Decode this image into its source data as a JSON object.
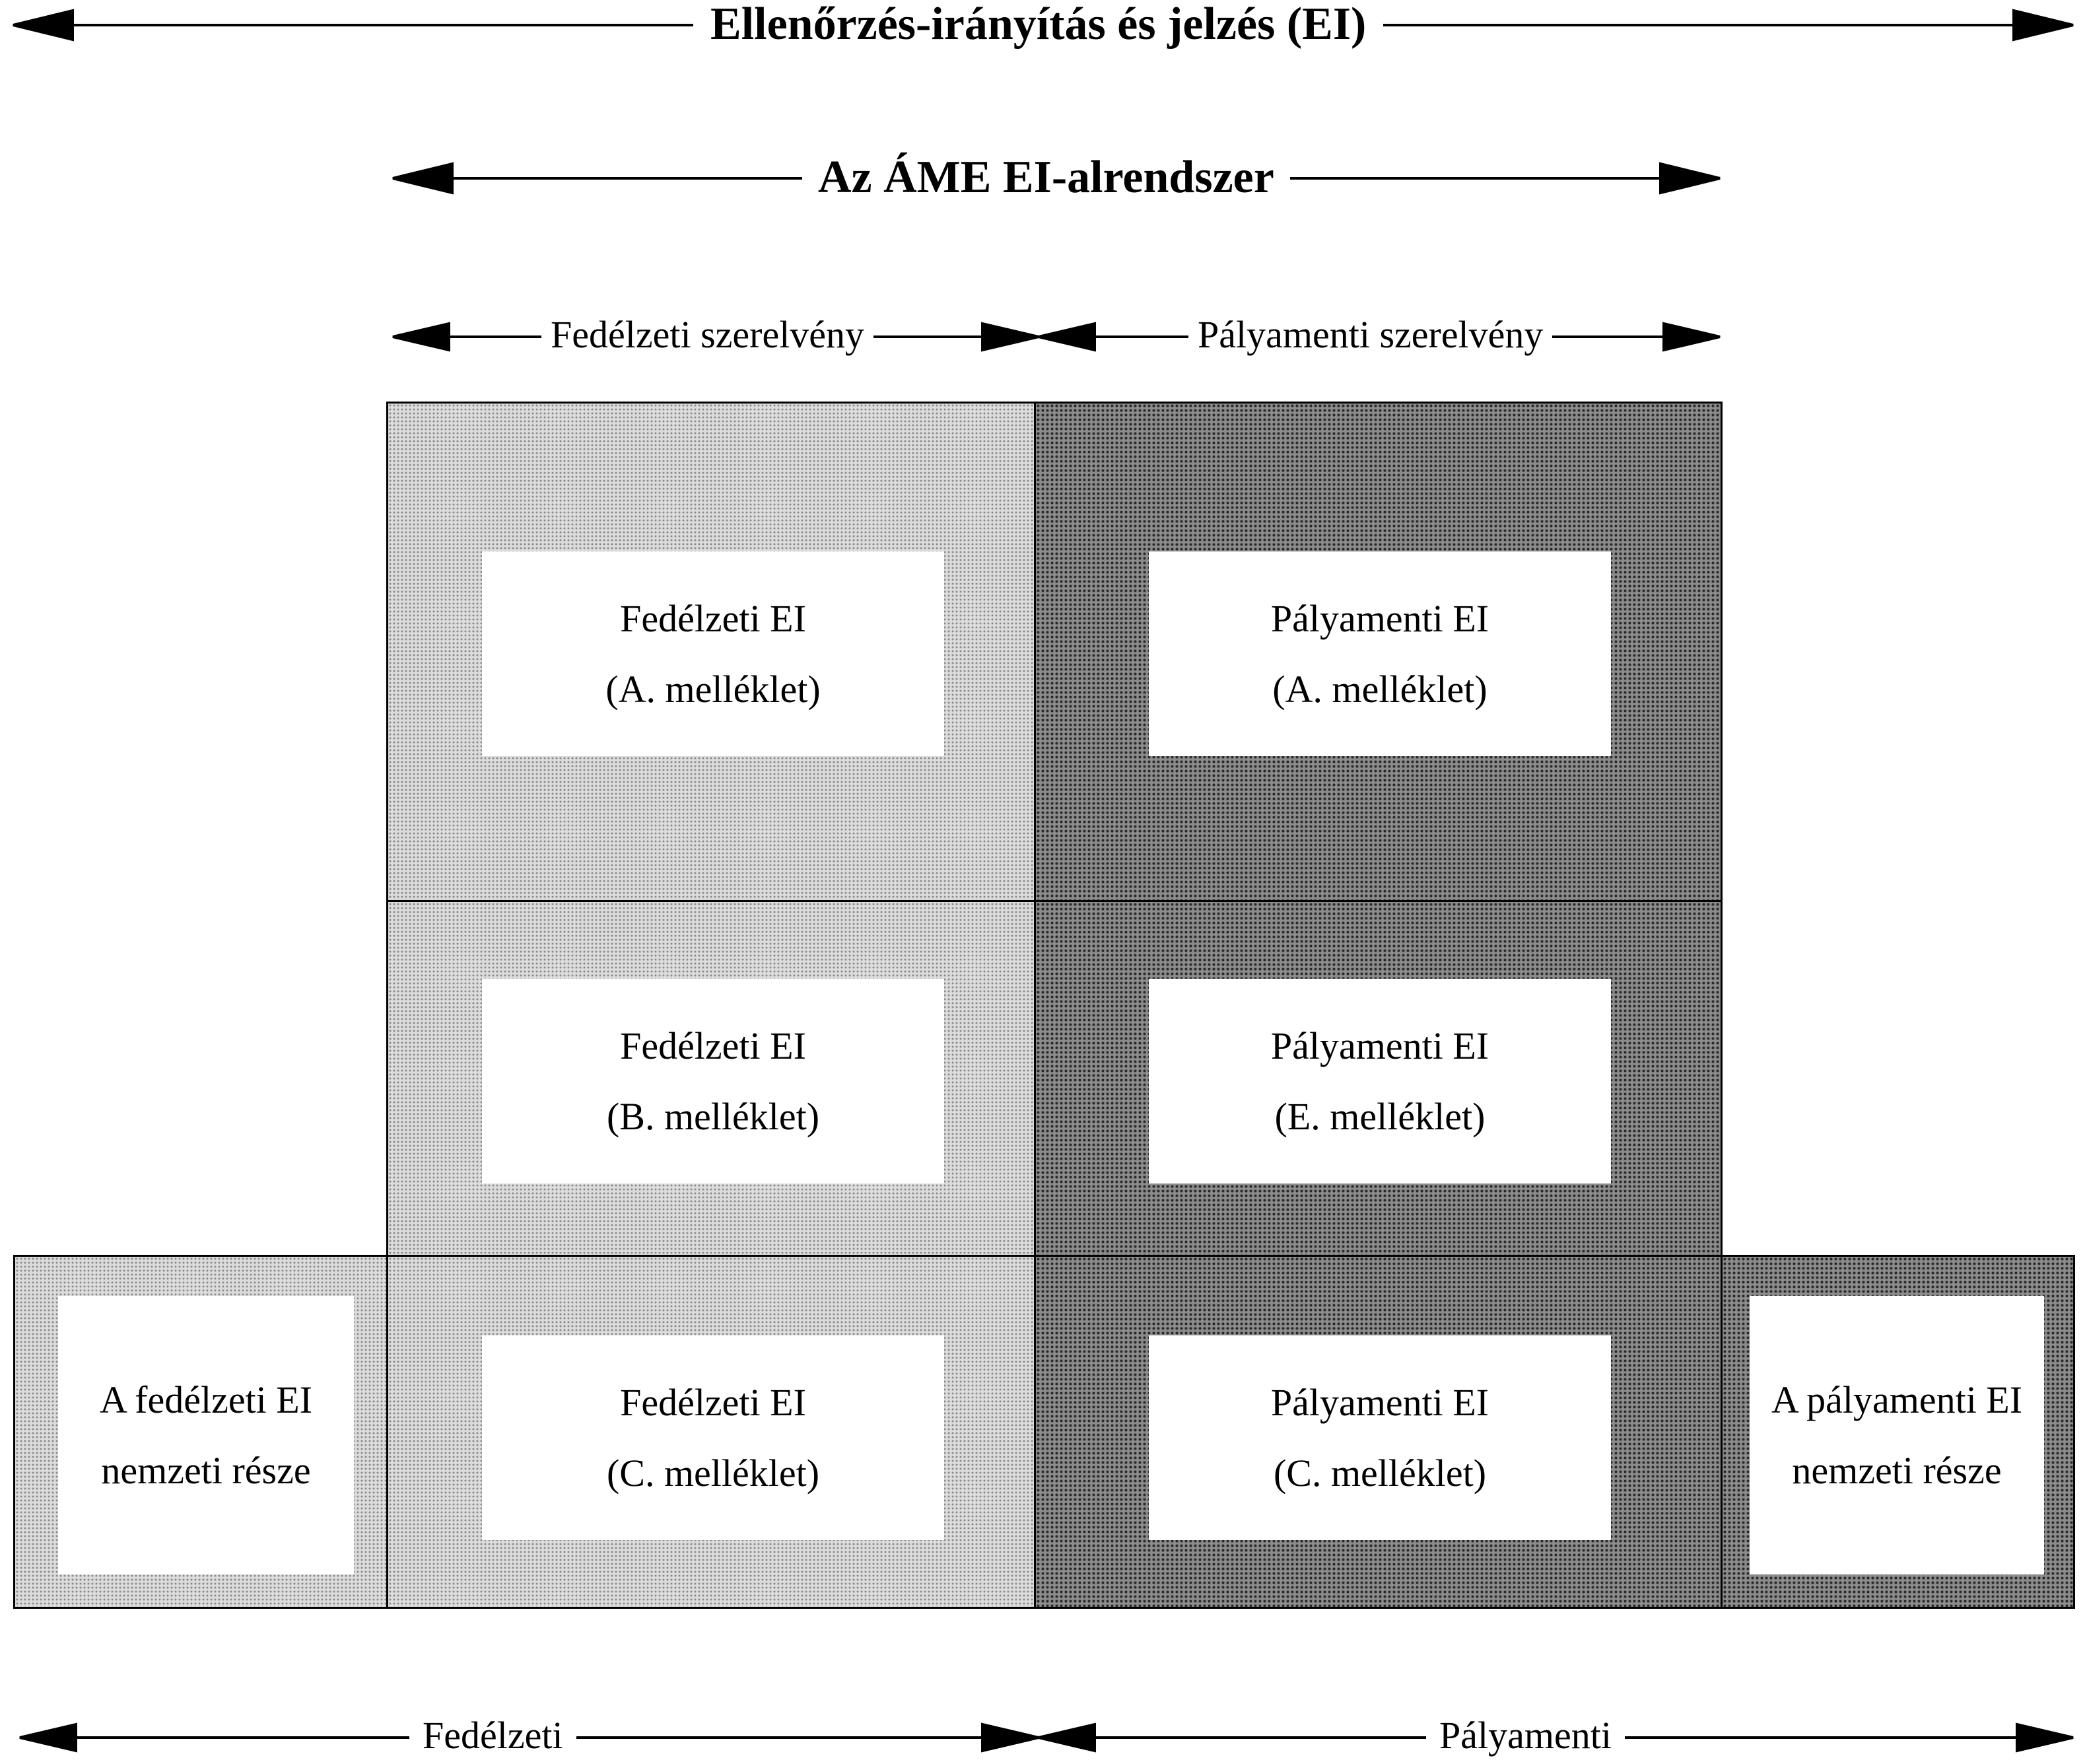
{
  "header": {
    "top_scope": "Ellenőrzés-irányítás és jelzés (EI)",
    "subsystem": "Az ÁME EI-alrendszer",
    "onboard_assembly": "Fedélzeti szerelvény",
    "trackside_assembly": "Pályamenti szerelvény"
  },
  "cells": {
    "onboard_a": {
      "line1": "Fedélzeti EI",
      "line2": "(A. melléklet)"
    },
    "trackside_a": {
      "line1": "Pályamenti EI",
      "line2": "(A. melléklet)"
    },
    "onboard_b": {
      "line1": "Fedélzeti EI",
      "line2": "(B. melléklet)"
    },
    "trackside_e": {
      "line1": "Pályamenti EI",
      "line2": "(E. melléklet)"
    },
    "onboard_c": {
      "line1": "Fedélzeti EI",
      "line2": "(C. melléklet)"
    },
    "trackside_c": {
      "line1": "Pályamenti EI",
      "line2": "(C. melléklet)"
    },
    "national_onboard": {
      "line1": "A fedélzeti EI",
      "line2": "nemzeti része"
    },
    "national_trackside": {
      "line1": "A pályamenti EI",
      "line2": "nemzeti része"
    }
  },
  "footer": {
    "onboard": "Fedélzeti",
    "trackside": "Pályamenti"
  }
}
